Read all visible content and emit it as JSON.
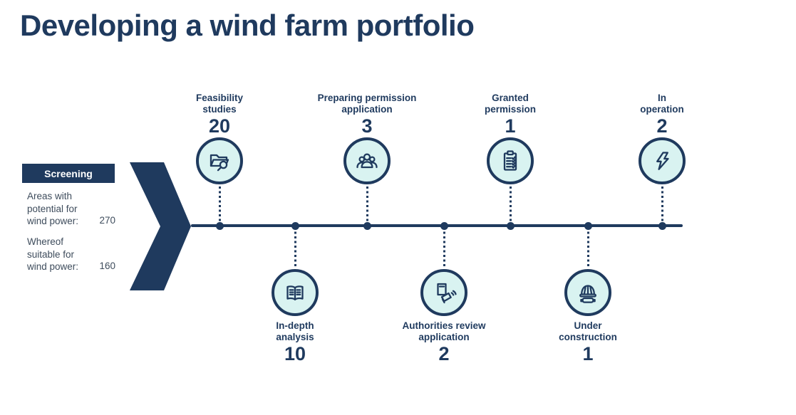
{
  "title": "Developing a wind farm portfolio",
  "colors": {
    "navy": "#1f3a5e",
    "circle_fill": "#d9f3f1",
    "stat_text": "#3e4c5c",
    "background": "#ffffff"
  },
  "screening": {
    "label": "Screening",
    "stats": [
      {
        "line1": "Areas with",
        "line2": "potential for",
        "line3": "wind power:",
        "value": "270"
      },
      {
        "line1": "Whereof",
        "line2": "suitable for",
        "line3": "wind power:",
        "value": "160"
      }
    ]
  },
  "stages": [
    {
      "label1": "Feasibility",
      "label2": "studies",
      "count": "20",
      "icon": "folder-search-icon",
      "position": "top"
    },
    {
      "label1": "In-depth",
      "label2": "analysis",
      "count": "10",
      "icon": "open-book-icon",
      "position": "bottom"
    },
    {
      "label1": "Preparing permission",
      "label2": "application",
      "count": "3",
      "icon": "people-group-icon",
      "position": "top"
    },
    {
      "label1": "Authorities review",
      "label2": "application",
      "count": "2",
      "icon": "document-megaphone-icon",
      "position": "bottom"
    },
    {
      "label1": "Granted",
      "label2": "permission",
      "count": "1",
      "icon": "clipboard-checklist-icon",
      "position": "top"
    },
    {
      "label1": "Under",
      "label2": "construction",
      "count": "1",
      "icon": "hardhat-goggles-icon",
      "position": "bottom"
    },
    {
      "label1": "In",
      "label2": "operation",
      "count": "2",
      "icon": "lightning-bolt-icon",
      "position": "top"
    }
  ]
}
